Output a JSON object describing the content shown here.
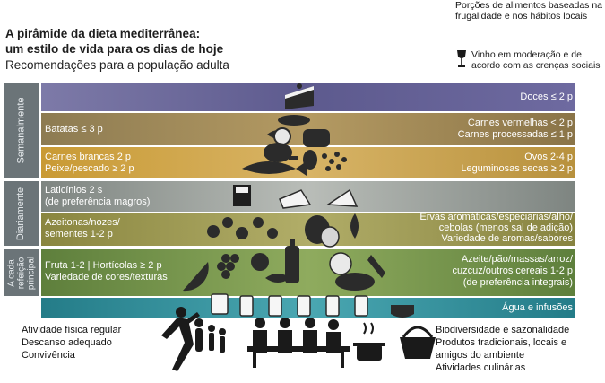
{
  "title": {
    "line1": "A pirâmide da dieta mediterrânea:",
    "line2": "um estilo de vida para os dias de hoje",
    "line3": "Recomendações para a população adulta"
  },
  "legend": {
    "portions": "Porções de alimentos baseadas na frugalidade e nos hábitos locais",
    "wine": "Vinho em moderação e de acordo com as crenças sociais"
  },
  "sidebar": {
    "weekly": "Semanalmente",
    "daily": "Diariamente",
    "each_meal": "A cada refeição principal"
  },
  "bands": {
    "sweets": "Doces ≤ 2 p",
    "potatoes": "Batatas ≤ 3 p",
    "red_meat_1": "Carnes vermelhas < 2 p",
    "red_meat_2": "Carnes processadas ≤ 1 p",
    "white_meat_1": "Carnes brancas 2 p",
    "white_meat_2": "Peixe/pescado ≥ 2 p",
    "eggs_1": "Ovos 2-4 p",
    "eggs_2": "Leguminosas secas ≥ 2 p",
    "dairy_1": "Laticínios 2 s",
    "dairy_2": "(de preferência magros)",
    "olives_1": "Azeitonas/nozes/",
    "olives_2": "sementes 1-2 p",
    "herbs_1": "Ervas aromáticas/especiarias/alho/",
    "herbs_2": "cebolas (menos sal de adição)",
    "herbs_3": "Variedade de aromas/sabores",
    "fruit_1": "Fruta 1-2 | Hortícolas ≥ 2 p",
    "fruit_2": "Variedade de cores/texturas",
    "cereals_1": "Azeite/pão/massas/arroz/",
    "cereals_2": "cuzcuz/outros cereais 1-2 p",
    "cereals_3": "(de preferência integrais)",
    "water": "Água e infusões"
  },
  "bottom": {
    "left_1": "Atividade física regular",
    "left_2": "Descanso adequado",
    "left_3": "Convivência",
    "right_1": "Biodiversidade e sazonalidade",
    "right_2": "Produtos tradicionais, locais e",
    "right_3": "amigos do ambiente",
    "right_4": "Atividades culinárias"
  },
  "colors": {
    "sweets_band": "#6e6aa0",
    "meat_band": "#a08a55",
    "white_meat_band": "#c49a3c",
    "dairy_band": "#8a8f8c",
    "olives_band": "#8d8a42",
    "fruit_band": "#6e8a45",
    "water_band": "#2f8a96",
    "sidebar": "#6b7478"
  }
}
